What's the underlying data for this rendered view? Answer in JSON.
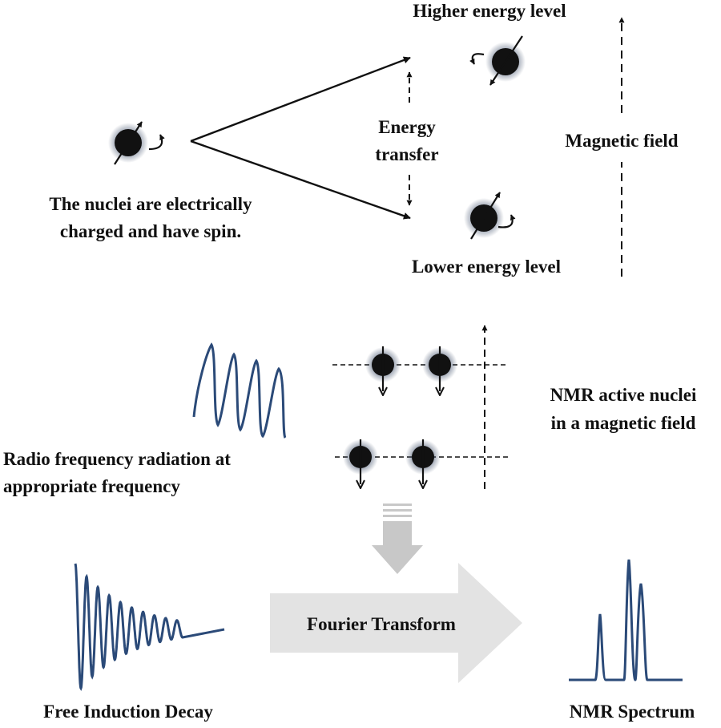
{
  "labels": {
    "nuclei_line1": "The nuclei are electrically",
    "nuclei_line2": "charged and have spin.",
    "higher_energy": "Higher energy level",
    "lower_energy": "Lower energy level",
    "energy_line1": "Energy",
    "energy_line2": "transfer",
    "magnetic_field": "Magnetic field",
    "nmr_line1": "NMR active nuclei",
    "nmr_line2": "in a magnetic field",
    "rf_line1": "Radio frequency radiation at",
    "rf_line2": "appropriate frequency",
    "fourier": "Fourier Transform",
    "fid": "Free Induction Decay",
    "spectrum": "NMR Spectrum"
  },
  "colors": {
    "wave": "#2b4a78",
    "nucleus": "#111111",
    "glow": "#3a4a66",
    "big_arrow": "#e3e3e3",
    "down_arrow": "#c8c8c8"
  }
}
